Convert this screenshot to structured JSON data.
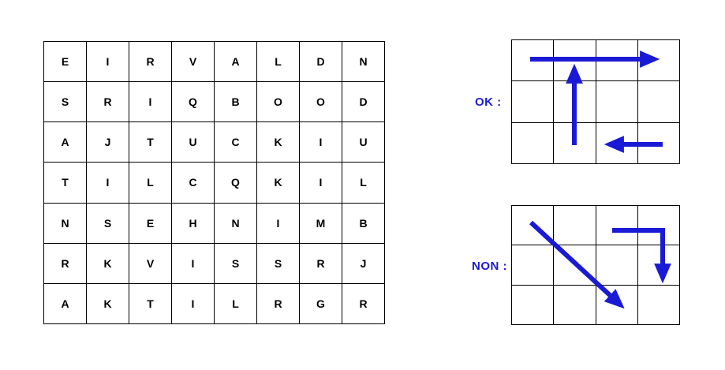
{
  "page": {
    "background_color": "#ffffff",
    "letter_color": "#000000",
    "grid_line_color": "#000000",
    "accent_color": "#1a1ad6"
  },
  "letter_grid": {
    "rows": 7,
    "columns": 8,
    "cells": [
      [
        "E",
        "I",
        "R",
        "V",
        "A",
        "L",
        "D",
        "N"
      ],
      [
        "S",
        "R",
        "I",
        "Q",
        "B",
        "O",
        "O",
        "D"
      ],
      [
        "A",
        "J",
        "T",
        "U",
        "C",
        "K",
        "I",
        "U"
      ],
      [
        "T",
        "I",
        "L",
        "C",
        "Q",
        "K",
        "I",
        "L"
      ],
      [
        "N",
        "S",
        "E",
        "H",
        "N",
        "I",
        "M",
        "B"
      ],
      [
        "R",
        "K",
        "V",
        "I",
        "S",
        "S",
        "R",
        "J"
      ],
      [
        "A",
        "K",
        "T",
        "I",
        "L",
        "R",
        "G",
        "R"
      ]
    ]
  },
  "examples": [
    {
      "id": "ok",
      "label": "OK :",
      "grid": {
        "rows": 3,
        "columns": 4
      },
      "arrows": [
        {
          "name": "arrow-right-top-row",
          "direction": "right",
          "style": "straight"
        },
        {
          "name": "arrow-up-middle-column",
          "direction": "up",
          "style": "straight"
        },
        {
          "name": "arrow-left-bottom-row",
          "direction": "left",
          "style": "straight"
        }
      ]
    },
    {
      "id": "non",
      "label": "NON :",
      "grid": {
        "rows": 3,
        "columns": 4
      },
      "arrows": [
        {
          "name": "arrow-diagonal-down-right",
          "direction": "down-right",
          "style": "diagonal"
        },
        {
          "name": "arrow-bent-right-then-down",
          "direction": "right-then-down",
          "style": "bent"
        }
      ]
    }
  ]
}
